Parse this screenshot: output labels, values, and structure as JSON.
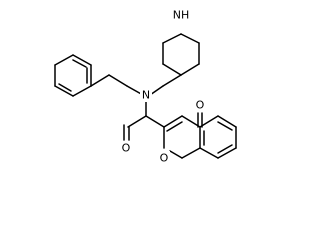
{
  "molecule": {
    "atom_labels": {
      "piperidine_nh": "NH",
      "amide_n": "N",
      "amide_o": "O",
      "ketone_o": "O",
      "ring_o": "O"
    },
    "colors": {
      "bond": "#000000",
      "label": "#000000",
      "background": "#ffffff"
    }
  }
}
